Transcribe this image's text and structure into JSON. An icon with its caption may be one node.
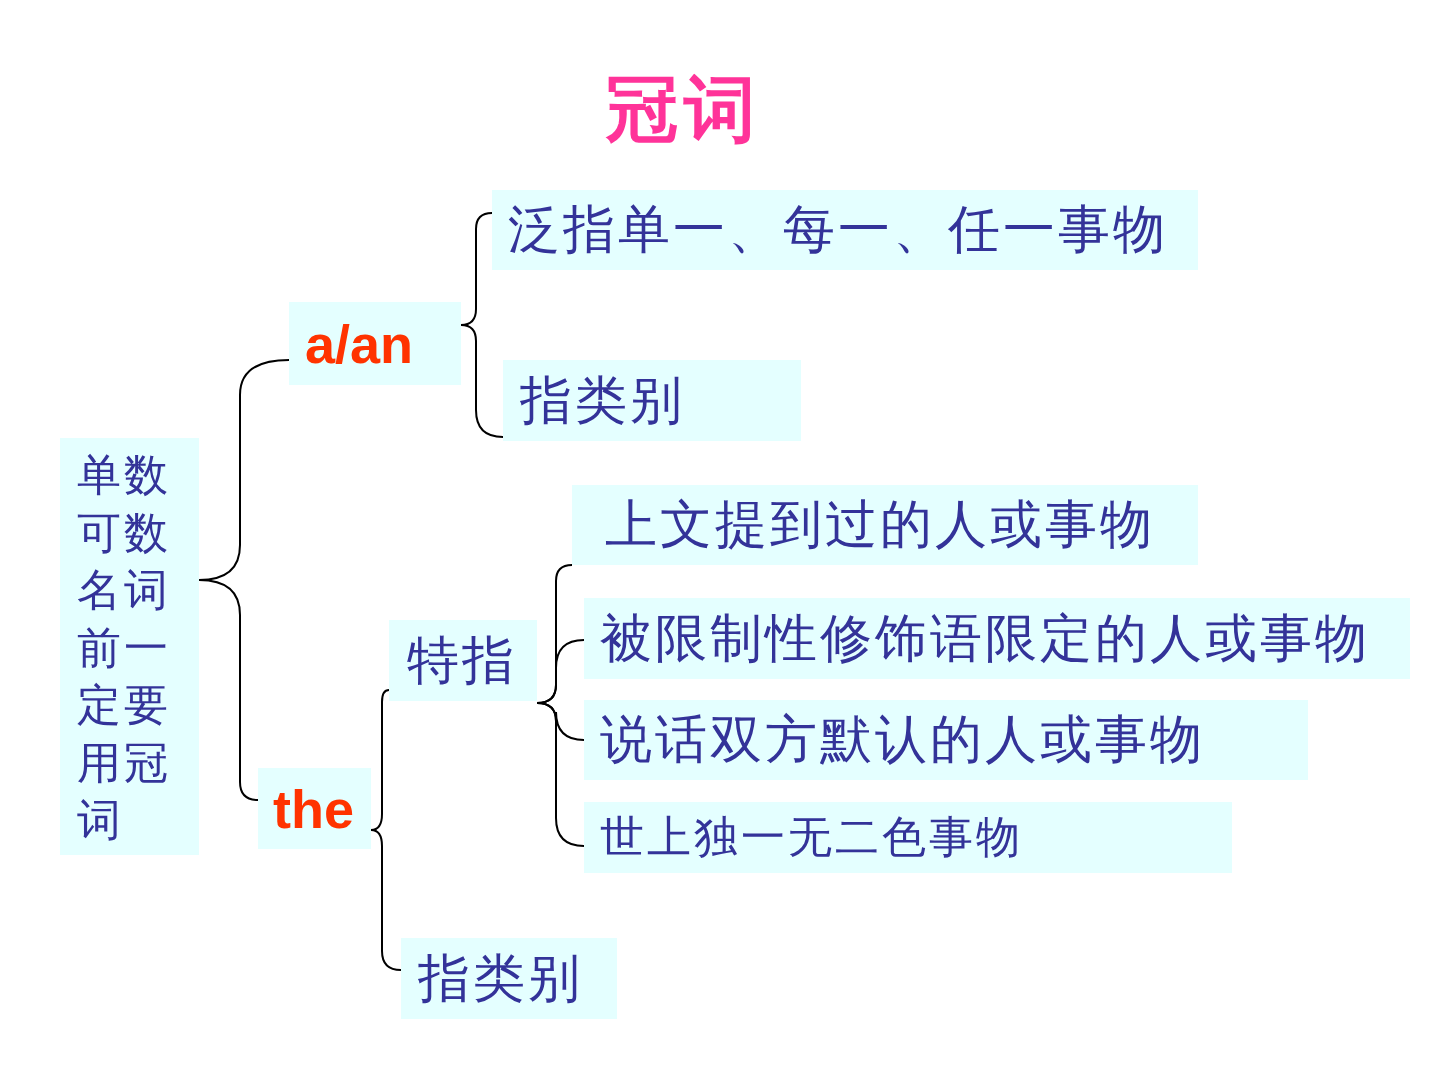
{
  "diagram": {
    "title": "冠词",
    "nodes": [
      {
        "text": [
          "单数可数名词前一定要用冠词"
        ]
      },
      {
        "text": [
          "a/an"
        ]
      },
      {
        "text": [
          "泛指单一、每一、任一事物"
        ]
      },
      {
        "text": [
          "指类别"
        ]
      },
      {
        "text": [
          "the"
        ]
      },
      {
        "text": [
          "特指"
        ]
      },
      {
        "text": [
          "上文提到过的人或事物"
        ]
      },
      {
        "text": [
          "被限制性修饰语限定的人或事物"
        ]
      },
      {
        "text": [
          "说话双方默认的人或事物"
        ]
      },
      {
        "text": [
          "世上独一无二色事物"
        ]
      },
      {
        "text": [
          "指类别"
        ]
      }
    ],
    "edges": [
      {
        "from": 0,
        "to": 1,
        "arrow": "none"
      },
      {
        "from": 0,
        "to": 4,
        "arrow": "none"
      },
      {
        "from": 1,
        "to": 2,
        "arrow": "none"
      },
      {
        "from": 1,
        "to": 3,
        "arrow": "none"
      },
      {
        "from": 4,
        "to": 5,
        "arrow": "none"
      },
      {
        "from": 4,
        "to": 10,
        "arrow": "none"
      },
      {
        "from": 5,
        "to": 6,
        "arrow": "none"
      },
      {
        "from": 5,
        "to": 7,
        "arrow": "none"
      },
      {
        "from": 5,
        "to": 8,
        "arrow": "none"
      },
      {
        "from": 5,
        "to": 9,
        "arrow": "none"
      }
    ]
  }
}
